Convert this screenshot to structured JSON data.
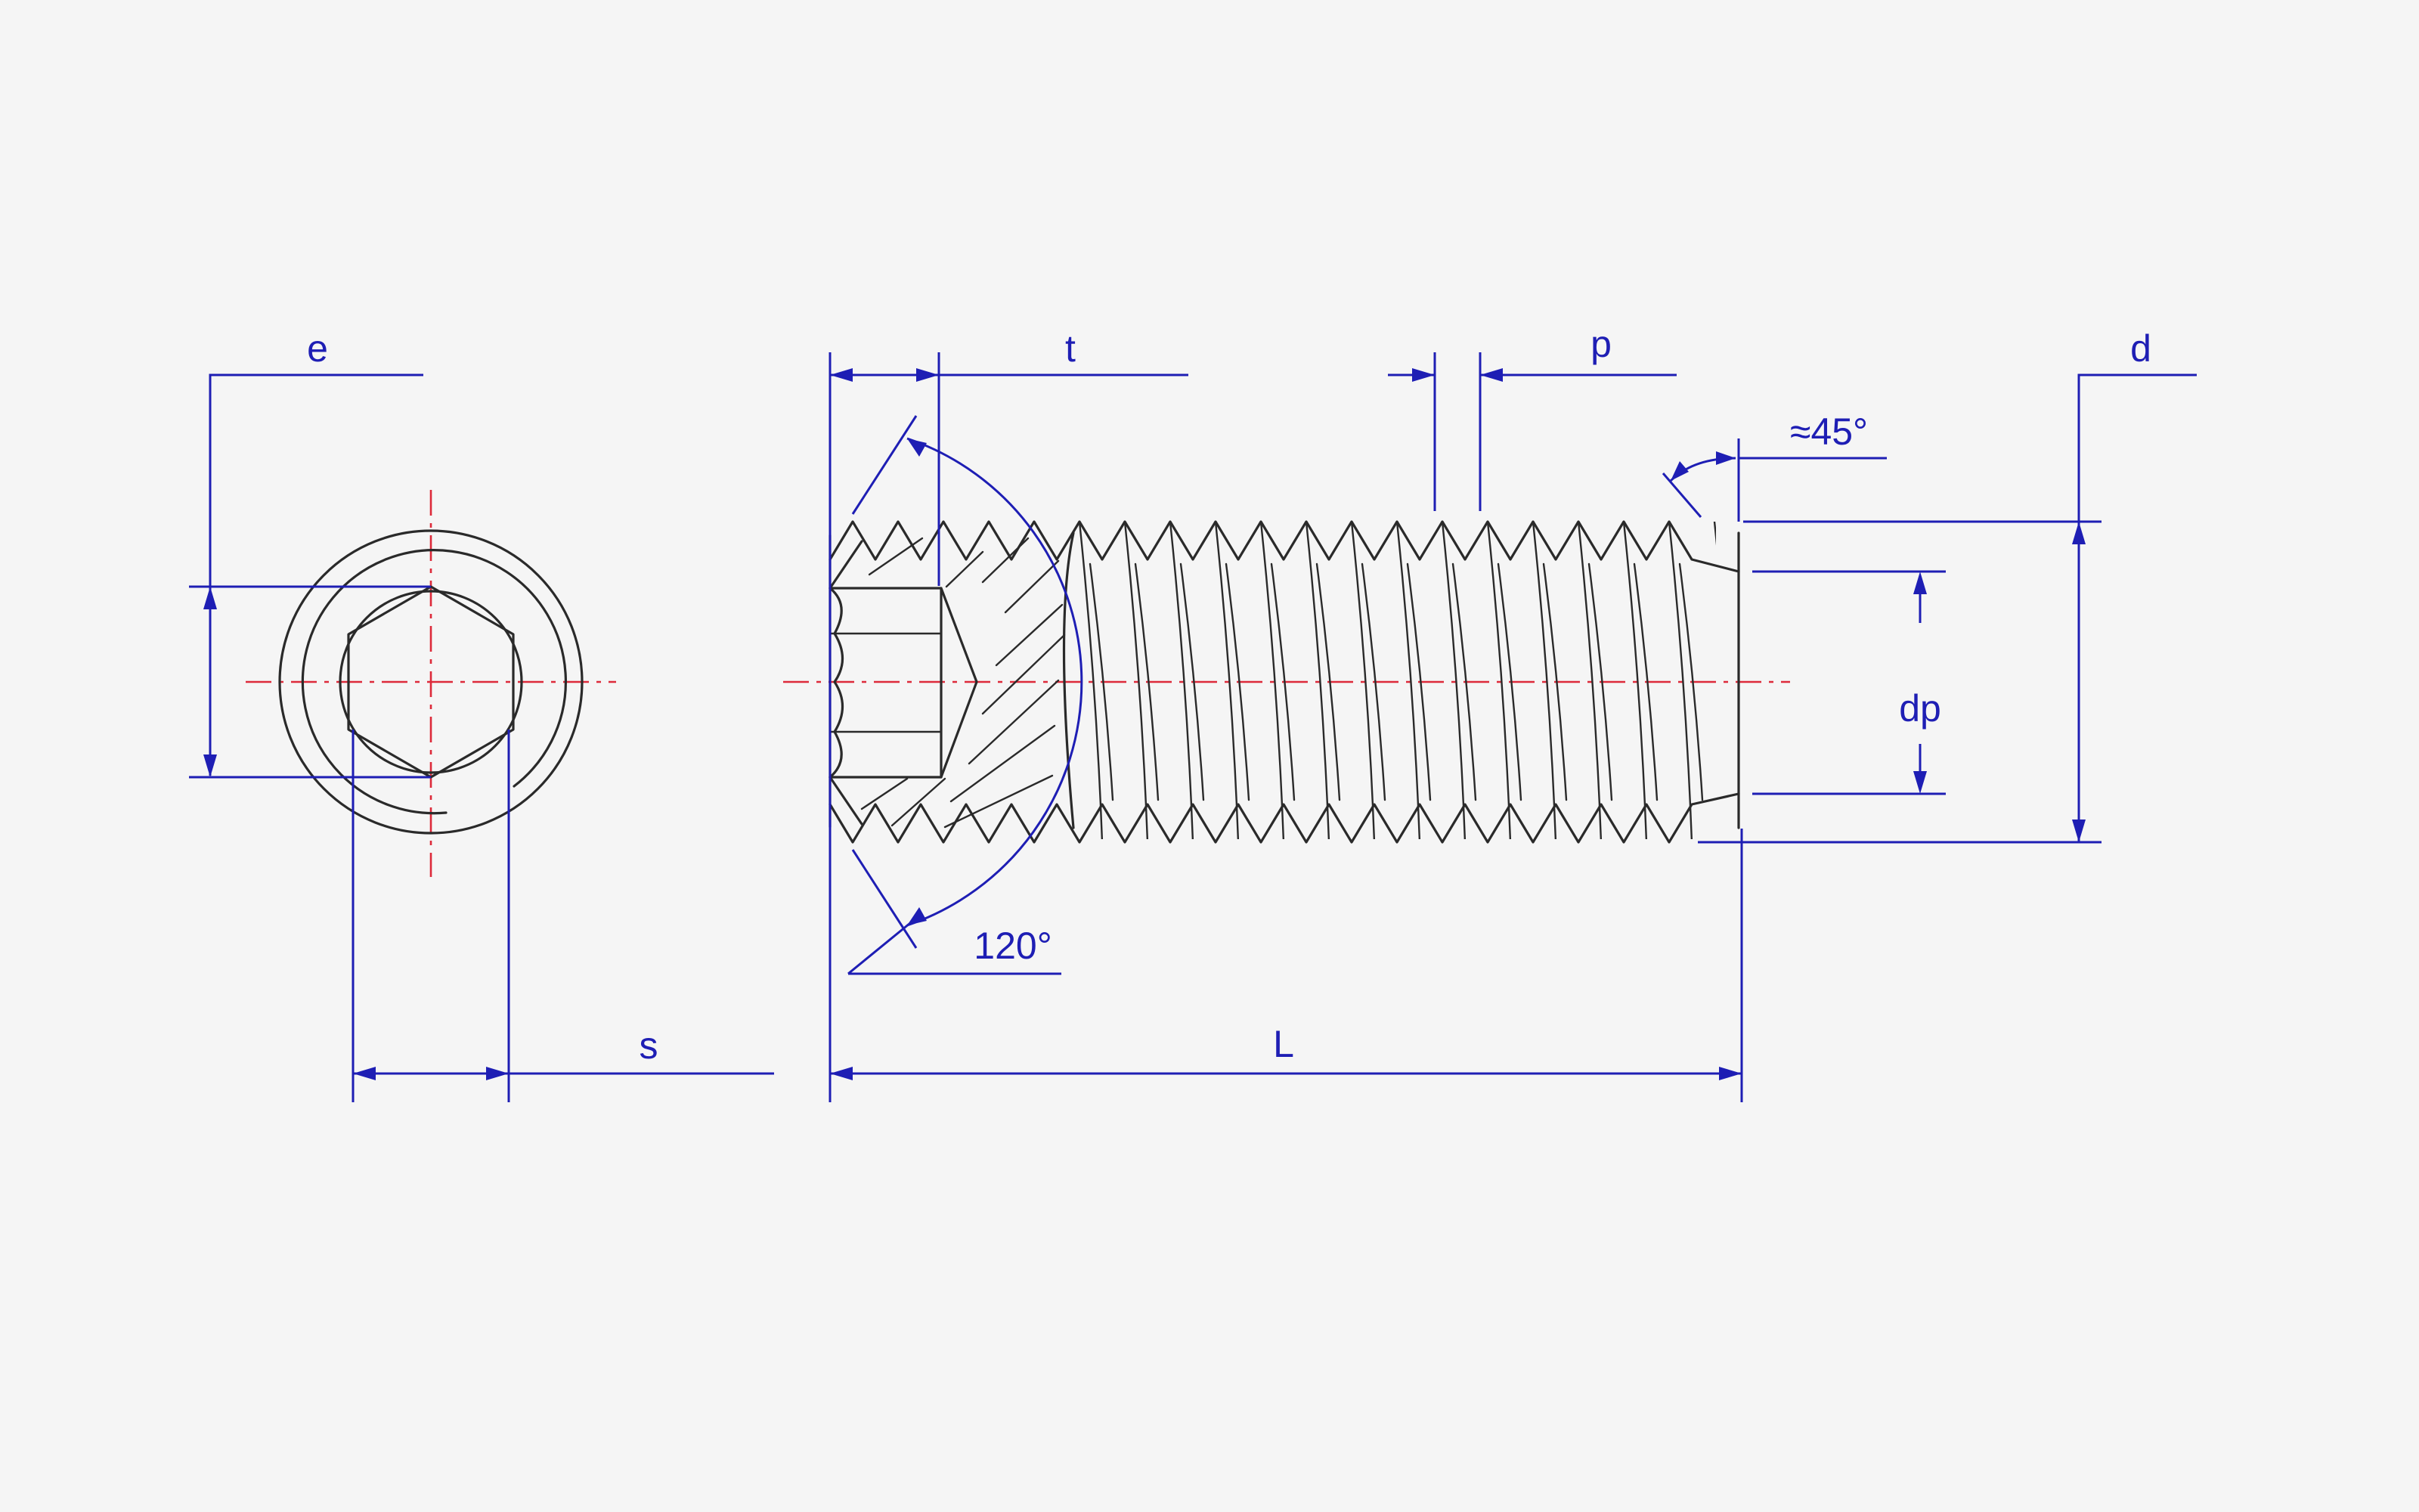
{
  "labels": {
    "e": "e",
    "s": "s",
    "t": "t",
    "p": "p",
    "d": "d",
    "dp": "dp",
    "L": "L",
    "chamfer_angle": "≈45°",
    "cone_angle": "120°"
  },
  "colors": {
    "background": "#f5f5f5",
    "part_outline": "#2a2a2a",
    "dimension": "#1e1eb4",
    "center_line": "#dd2a3a"
  }
}
